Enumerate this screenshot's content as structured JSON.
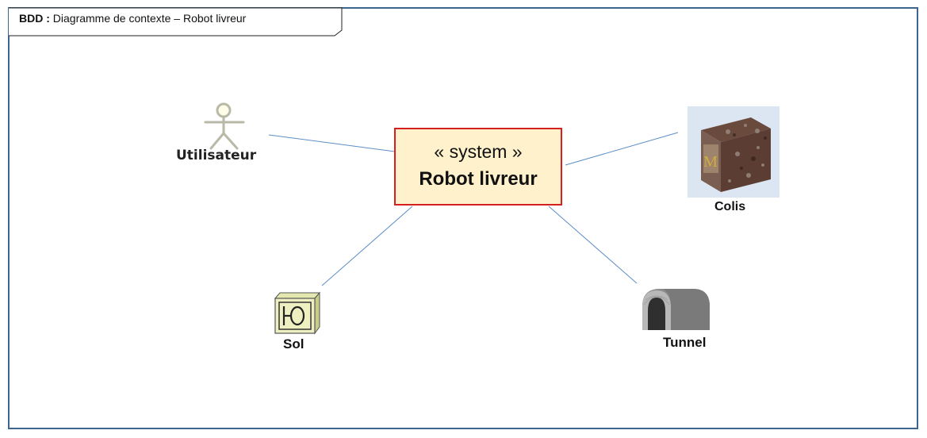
{
  "frame": {
    "kind": "BDD :",
    "title": "Diagramme de contexte – Robot livreur"
  },
  "system": {
    "stereotype": "« system »",
    "name": "Robot livreur"
  },
  "actors": [
    {
      "id": "utilisateur",
      "label": "Utilisateur",
      "icon": "stick-figure-icon"
    },
    {
      "id": "colis",
      "label": "Colis",
      "icon": "crate-cube-icon"
    },
    {
      "id": "sol",
      "label": "Sol",
      "icon": "block-icon"
    },
    {
      "id": "tunnel",
      "label": "Tunnel",
      "icon": "tunnel-icon"
    }
  ],
  "colors": {
    "frame_border": "#3d6590",
    "system_fill": "#fff1cc",
    "system_border": "#d61f1f",
    "connector": "#5b8fc6"
  }
}
